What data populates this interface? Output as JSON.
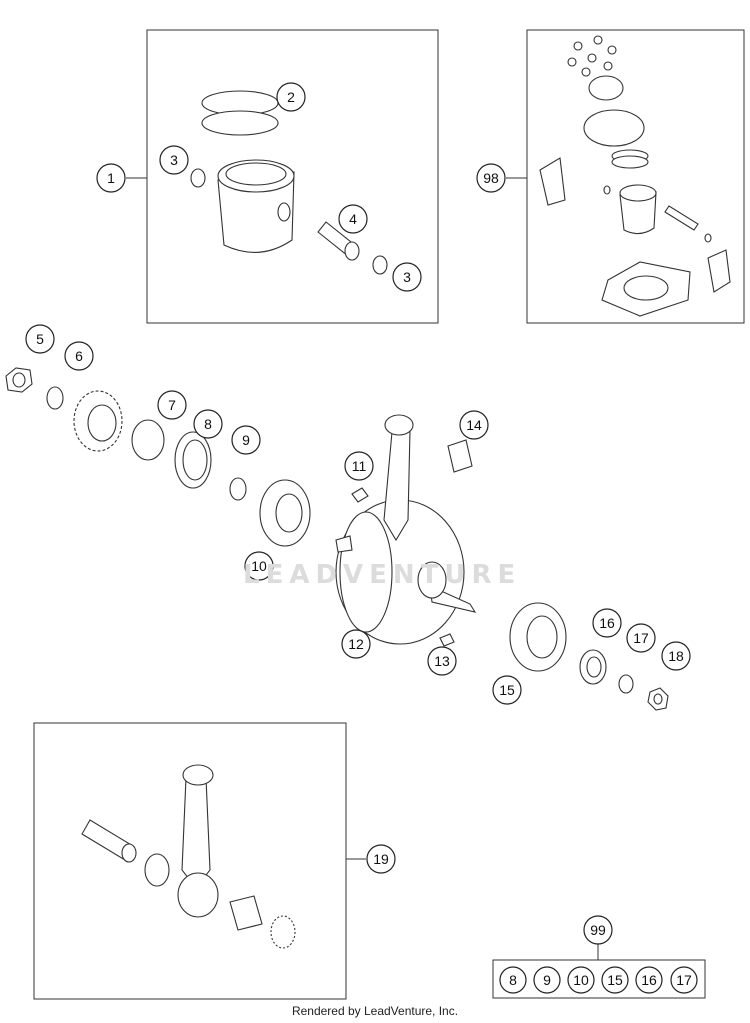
{
  "callouts": {
    "c1": "1",
    "c2": "2",
    "c3a": "3",
    "c3b": "3",
    "c4": "4",
    "c98": "98",
    "c5": "5",
    "c6": "6",
    "c7": "7",
    "c8": "8",
    "c9": "9",
    "c10": "10",
    "c11": "11",
    "c12": "12",
    "c13": "13",
    "c14": "14",
    "c15": "15",
    "c16": "16",
    "c17": "17",
    "c18": "18",
    "c19": "19",
    "c99": "99"
  },
  "kit99": [
    "8",
    "9",
    "10",
    "15",
    "16",
    "17"
  ],
  "watermark": "LEADVENTURE",
  "footer": "Rendered by LeadVenture, Inc."
}
